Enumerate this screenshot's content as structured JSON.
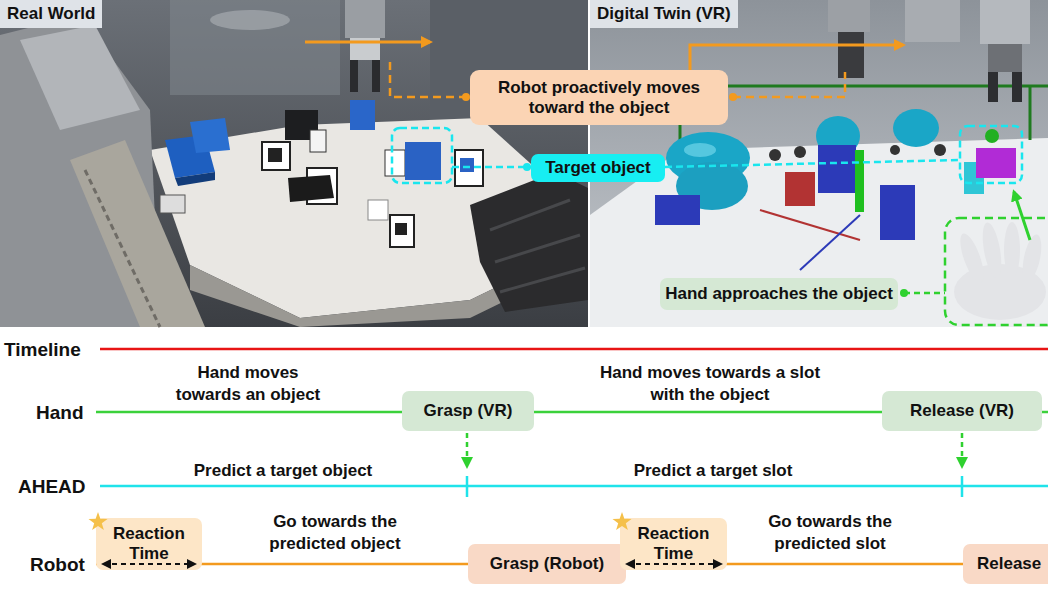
{
  "diagram": {
    "nodes": [
      {
        "text": [
          "Real World"
        ]
      },
      {
        "text": [
          "Digital Twin (VR)"
        ]
      },
      {
        "text": [
          "Robot proactively moves toward the object"
        ]
      },
      {
        "text": [
          "Target object"
        ]
      },
      {
        "text": [
          "Hand approaches the object"
        ],
        "in": 1
      },
      {
        "text": [
          "Grasp (VR)"
        ]
      },
      {
        "text": [
          "Release (VR)"
        ]
      },
      {
        "text": [
          "Reaction Time"
        ]
      },
      {
        "text": [
          "Grasp (Robot)"
        ]
      },
      {
        "text": [
          "Reaction Time"
        ]
      },
      {
        "text": [
          "Release"
        ]
      }
    ],
    "labels": [
      "Timeline",
      "Hand",
      "Hand moves towards an object",
      "Hand moves towards a slot with the object",
      "AHEAD",
      "Predict a target object",
      "Predict a target slot",
      "Robot",
      "Go towards the predicted object",
      "Go towards the predicted slot"
    ]
  }
}
